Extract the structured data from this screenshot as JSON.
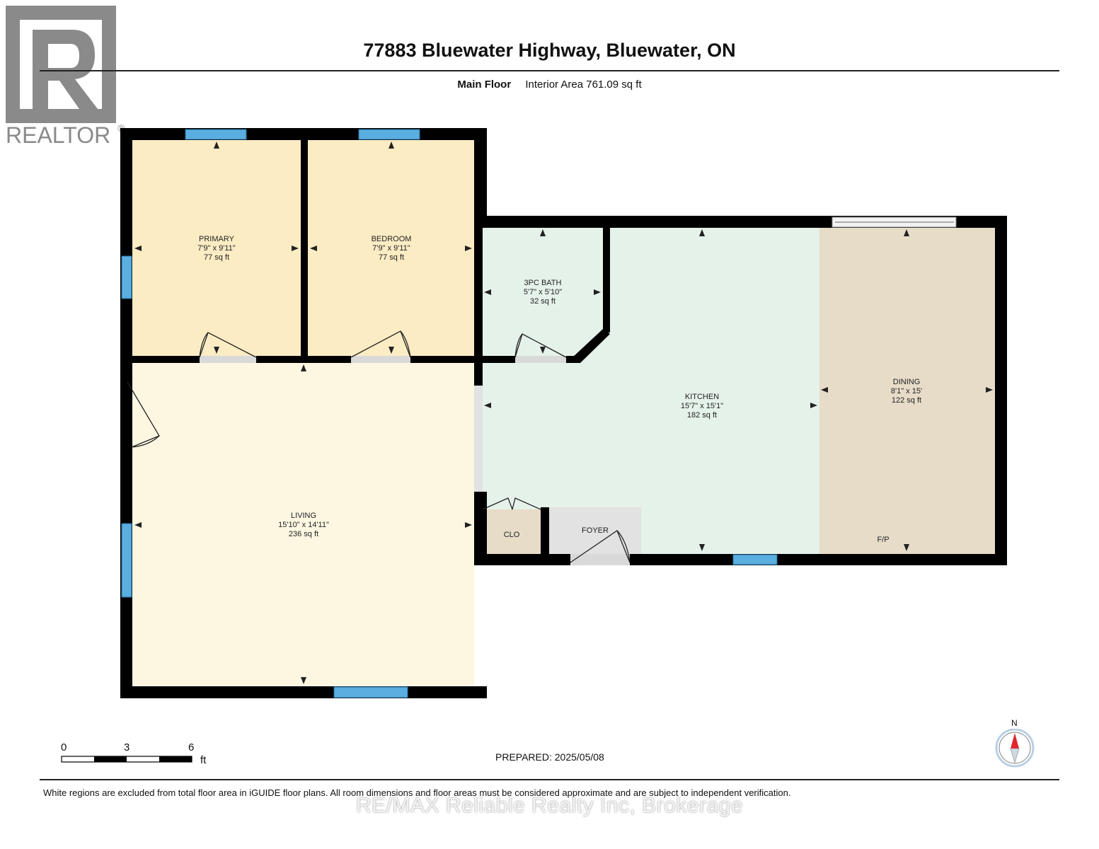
{
  "header": {
    "title": "77883 Bluewater Highway, Bluewater, ON",
    "floor_label": "Main Floor",
    "area_text": "Interior Area 761.09 sq ft"
  },
  "logo": {
    "text": "REALTOR",
    "mark": "®"
  },
  "rooms": {
    "primary": {
      "name": "PRIMARY",
      "dims": "7'9\" x 9'11\"",
      "area": "77 sq ft"
    },
    "bedroom": {
      "name": "BEDROOM",
      "dims": "7'9\" x 9'11\"",
      "area": "77 sq ft"
    },
    "bath": {
      "name": "3PC BATH",
      "dims": "5'7\" x 5'10\"",
      "area": "32 sq ft"
    },
    "kitchen": {
      "name": "KITCHEN",
      "dims": "15'7\" x 15'1\"",
      "area": "182 sq ft"
    },
    "dining": {
      "name": "DINING",
      "dims": "8'1\" x 15'",
      "area": "122 sq ft"
    },
    "living": {
      "name": "LIVING",
      "dims": "15'10\" x 14'11\"",
      "area": "236 sq ft"
    },
    "closet": {
      "name": "CLO"
    },
    "foyer": {
      "name": "FOYER"
    },
    "fireplace": {
      "name": "F/P"
    }
  },
  "colors": {
    "bedrooms": "#fcecc4",
    "bath": "#bfe2f8",
    "kitchen": "#e5f2ea",
    "dining": "#e7dcc8",
    "living": "#fdf7e1",
    "closet": "#e7dcc8",
    "foyer": "#e2e2e2",
    "wall": "#000000",
    "window": "#5aaee0"
  },
  "scale": {
    "ticks": [
      "0",
      "3",
      "6"
    ],
    "unit": "ft"
  },
  "compass": {
    "label": "N"
  },
  "footer": {
    "prepared": "PREPARED: 2025/05/08",
    "disclaimer": "White regions are excluded from total floor area in iGUIDE floor plans. All room dimensions and floor areas must be considered approximate and are subject to independent verification.",
    "watermark": "RE/MAX Reliable Realty Inc, Brokerage"
  }
}
